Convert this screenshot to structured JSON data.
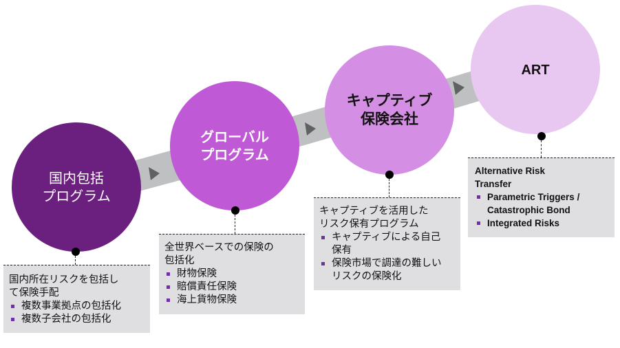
{
  "colors": {
    "stage1": "#6b1f7e",
    "stage2": "#bf59d5",
    "stage3": "#d48ee3",
    "stage4": "#e8c8f0",
    "band": "#bfc0c2",
    "arrow": "#5f6163",
    "box_bg": "#dfdfe1",
    "bullet": "#7030a0"
  },
  "stages": [
    {
      "title": "国内包括\nプログラム",
      "text_color": "#ffffff",
      "box": {
        "heading": "国内所在リスクを包括し\nて保険手配",
        "bullets": [
          "複数事業拠点の包括化",
          "複数子会社の包括化"
        ]
      }
    },
    {
      "title": "グローバル\nプログラム",
      "text_color": "#ffffff",
      "box": {
        "heading": "全世界ベースでの保険の\n包括化",
        "bullets": [
          "財物保険",
          "賠償責任保険",
          "海上貨物保険"
        ]
      }
    },
    {
      "title": "キャプティブ\n保険会社",
      "text_color": "#111111",
      "box": {
        "heading": "キャプティブを活用した\nリスク保有プログラム",
        "bullets": [
          "キャプティブによる自己\n保有",
          "保険市場で調達の難しい\nリスクの保険化"
        ]
      }
    },
    {
      "title": "ART",
      "text_color": "#111111",
      "box": {
        "heading": "Alternative  Risk\nTransfer",
        "bullets": [
          "Parametric Triggers /\nCatastrophic Bond",
          "Integrated Risks"
        ]
      }
    }
  ]
}
